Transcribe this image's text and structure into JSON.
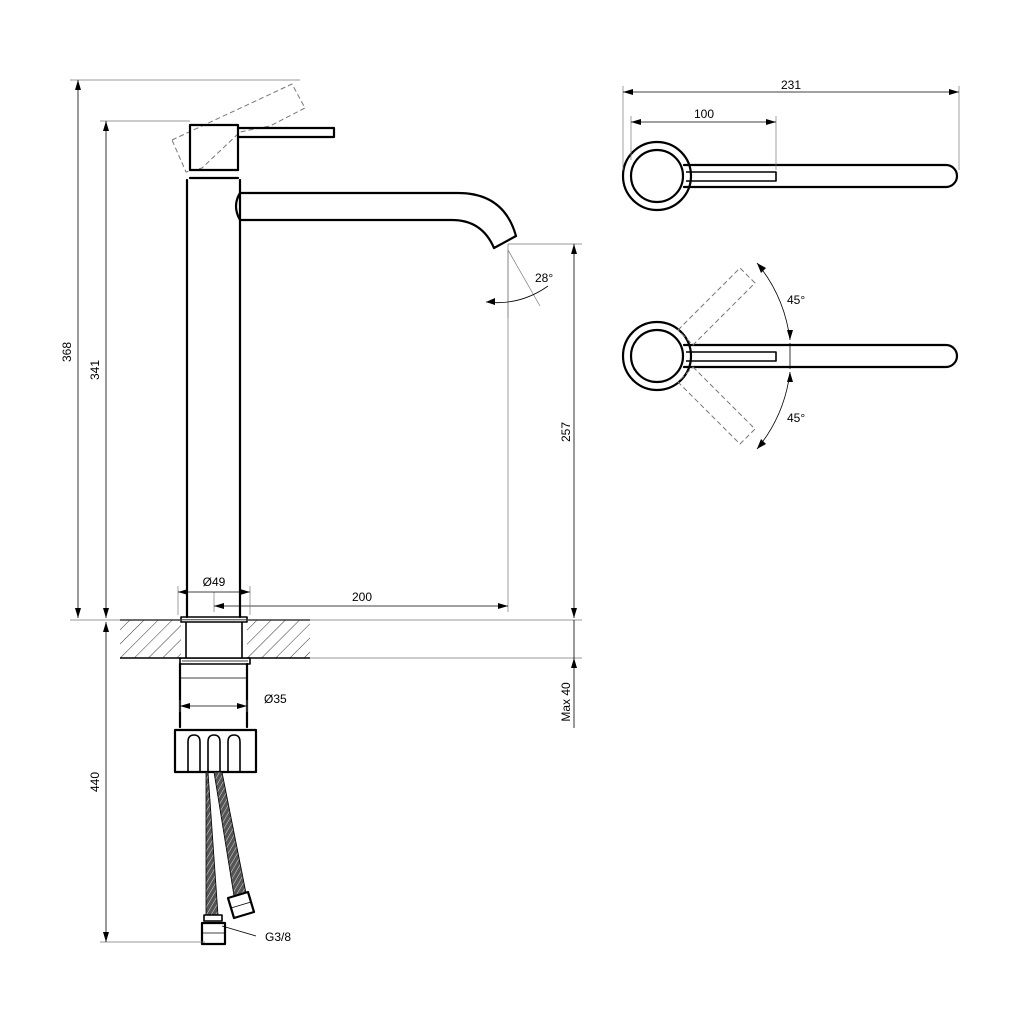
{
  "dimensions": {
    "overall_height": "368",
    "body_height": "341",
    "spout_height": "257",
    "spout_reach": "200",
    "body_diameter": "Ø49",
    "shank_diameter": "Ø35",
    "max_deck_thickness": "Max 40",
    "hose_length": "440",
    "hose_thread": "G3/8",
    "spout_angle": "28°",
    "top_width": "231",
    "top_body": "100",
    "lever_rotation_up": "45°",
    "lever_rotation_down": "45°"
  }
}
